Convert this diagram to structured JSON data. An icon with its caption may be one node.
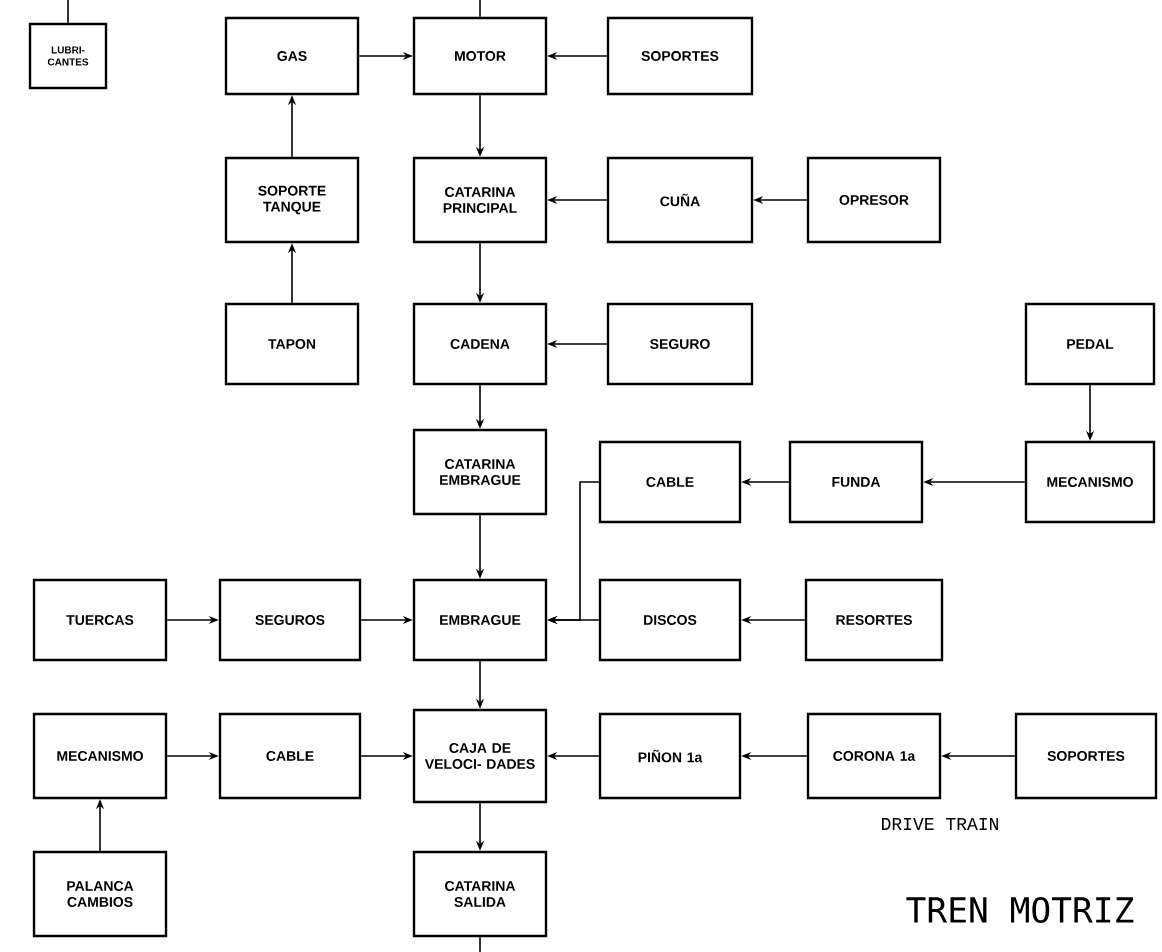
{
  "diagram": {
    "title": "TREN MOTRIZ",
    "nodes": [
      {
        "text": [
          "LUBRI- CANTES"
        ]
      },
      {
        "text": [
          "GAS"
        ]
      },
      {
        "text": [
          "MOTOR"
        ]
      },
      {
        "text": [
          "SOPORTES"
        ]
      },
      {
        "text": [
          "SOPORTE TANQUE"
        ]
      },
      {
        "text": [
          "CATARINA PRINCIPAL"
        ]
      },
      {
        "text": [
          "CUÑA"
        ]
      },
      {
        "text": [
          "OPRESOR"
        ]
      },
      {
        "text": [
          "TAPON"
        ]
      },
      {
        "text": [
          "CADENA"
        ]
      },
      {
        "text": [
          "SEGURO"
        ]
      },
      {
        "text": [
          "PEDAL"
        ]
      },
      {
        "text": [
          "CATARINA EMBRAGUE"
        ]
      },
      {
        "text": [
          "CABLE"
        ]
      },
      {
        "text": [
          "FUNDA"
        ]
      },
      {
        "text": [
          "MECANISMO"
        ]
      },
      {
        "text": [
          "TUERCAS"
        ]
      },
      {
        "text": [
          "SEGUROS"
        ]
      },
      {
        "text": [
          "EMBRAGUE"
        ]
      },
      {
        "text": [
          "DISCOS"
        ]
      },
      {
        "text": [
          "RESORTES"
        ]
      },
      {
        "text": [
          "MECANISMO"
        ]
      },
      {
        "text": [
          "CABLE"
        ]
      },
      {
        "text": [
          "CAJA DE VELOCI- DADES"
        ]
      },
      {
        "text": [
          "PIÑON 1a"
        ]
      },
      {
        "text": [
          "CORONA 1a"
        ]
      },
      {
        "text": [
          "SOPORTES"
        ]
      },
      {
        "text": [
          "PALANCA CAMBIOS"
        ]
      },
      {
        "text": [
          "CATARINA SALIDA"
        ]
      }
    ],
    "edges": [
      {
        "from": 0,
        "to": null,
        "arrow": "none"
      },
      {
        "from": null,
        "to": 2,
        "arrow": "none"
      },
      {
        "from": 1,
        "to": 2,
        "arrow": "to"
      },
      {
        "from": 3,
        "to": 2,
        "arrow": "to"
      },
      {
        "from": 4,
        "to": 1,
        "arrow": "to"
      },
      {
        "from": 2,
        "to": 5,
        "arrow": "to"
      },
      {
        "from": 6,
        "to": 5,
        "arrow": "to"
      },
      {
        "from": 7,
        "to": 6,
        "arrow": "to"
      },
      {
        "from": 8,
        "to": 4,
        "arrow": "to"
      },
      {
        "from": 5,
        "to": 9,
        "arrow": "to"
      },
      {
        "from": 10,
        "to": 9,
        "arrow": "to"
      },
      {
        "from": 9,
        "to": 12,
        "arrow": "to"
      },
      {
        "from": 11,
        "to": 15,
        "arrow": "to"
      },
      {
        "from": 15,
        "to": 14,
        "arrow": "to"
      },
      {
        "from": 14,
        "to": 13,
        "arrow": "to"
      },
      {
        "from": 13,
        "to": 18,
        "arrow": "to"
      },
      {
        "from": 12,
        "to": 18,
        "arrow": "to"
      },
      {
        "from": 16,
        "to": 17,
        "arrow": "to"
      },
      {
        "from": 17,
        "to": 18,
        "arrow": "to"
      },
      {
        "from": 19,
        "to": 18,
        "arrow": "to"
      },
      {
        "from": 20,
        "to": 19,
        "arrow": "to"
      },
      {
        "from": 18,
        "to": 23,
        "arrow": "to"
      },
      {
        "from": 21,
        "to": 22,
        "arrow": "to"
      },
      {
        "from": 22,
        "to": 23,
        "arrow": "to"
      },
      {
        "from": 24,
        "to": 23,
        "arrow": "to"
      },
      {
        "from": 25,
        "to": 24,
        "arrow": "to"
      },
      {
        "from": 26,
        "to": 25,
        "arrow": "to"
      },
      {
        "from": 27,
        "to": 21,
        "arrow": "to"
      },
      {
        "from": 23,
        "to": 28,
        "arrow": "to"
      },
      {
        "from": 28,
        "to": null,
        "arrow": "none"
      }
    ],
    "labels": [
      "DRIVE TRAIN"
    ]
  }
}
